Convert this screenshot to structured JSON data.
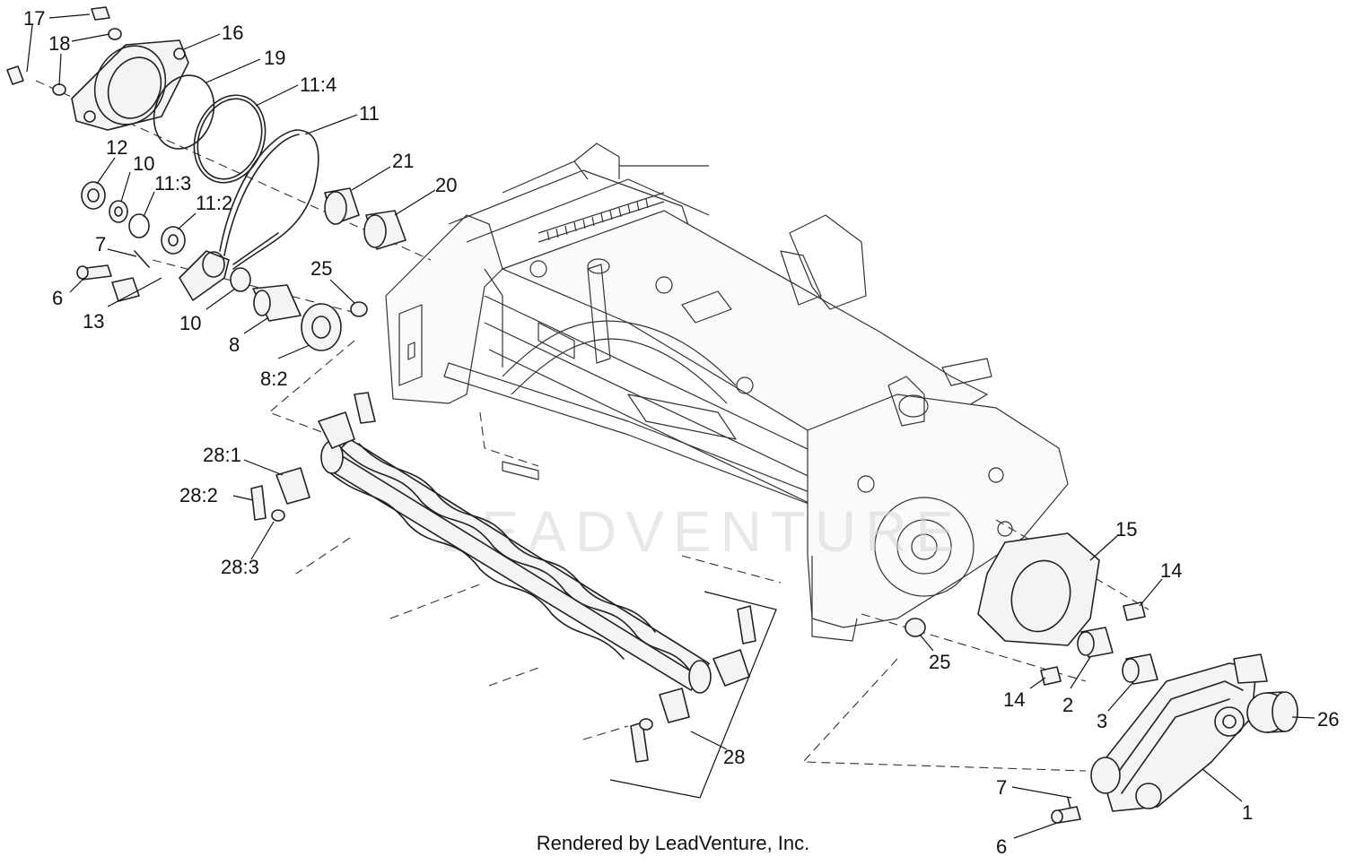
{
  "diagram": {
    "watermark_text": "LEADVENTURE",
    "credit": "Rendered by LeadVenture, Inc.",
    "callouts": {
      "c17": "17",
      "c18": "18",
      "c16": "16",
      "c19": "19",
      "c11_4": "11:4",
      "c11": "11",
      "c12": "12",
      "c10a": "10",
      "c11_3": "11:3",
      "c11_2": "11:2",
      "c21": "21",
      "c20": "20",
      "c7a": "7",
      "c6a": "6",
      "c13": "13",
      "c25a": "25",
      "c10b": "10",
      "c8": "8",
      "c8_2": "8:2",
      "c28_1": "28:1",
      "c28_2": "28:2",
      "c28_3": "28:3",
      "c15": "15",
      "c14a": "14",
      "c25b": "25",
      "c14b": "14",
      "c2": "2",
      "c3": "3",
      "c26": "26",
      "c28": "28",
      "c7b": "7",
      "c6b": "6",
      "c1": "1"
    }
  }
}
